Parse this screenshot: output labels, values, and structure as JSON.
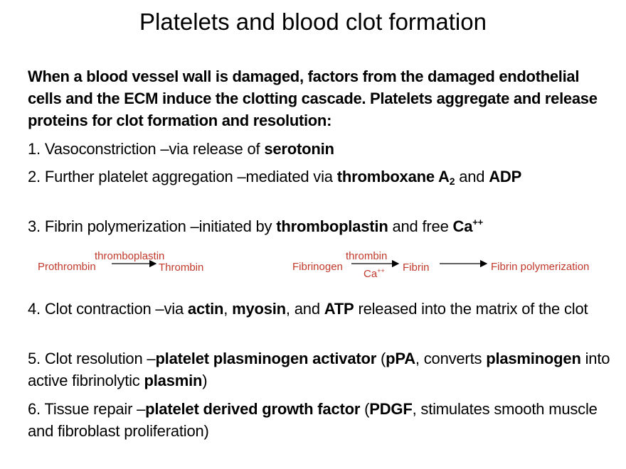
{
  "slide": {
    "title": "Platelets and blood clot formation",
    "intro": "When a blood vessel wall is damaged, factors from the damaged endothelial cells and the ECM induce the clotting cascade. Platelets aggregate and release proteins for clot formation and resolution:",
    "item1": {
      "prefix": "1. Vasoconstriction –via release of ",
      "bold": "serotonin"
    },
    "item2": {
      "prefix": "2. Further platelet aggregation –mediated via ",
      "bold1": "thromboxane A",
      "sub": "2",
      "mid": " and ",
      "bold2": "ADP"
    },
    "item3": {
      "prefix": "3. Fibrin polymerization –initiated by ",
      "bold1": "thromboplastin",
      "mid": " and free ",
      "bold2": "Ca",
      "sup": "++"
    },
    "reaction1": {
      "substrate": "Prothrombin",
      "enzyme": "thromboplastin",
      "product": "Thrombin"
    },
    "reaction2": {
      "substrate": "Fibrinogen",
      "enzyme": "thrombin",
      "cofactor": "Ca",
      "cofactor_sup": "++",
      "product": "Fibrin",
      "result": "Fibrin polymerization"
    },
    "item4": {
      "prefix": "4. Clot contraction –via ",
      "b1": "actin",
      "s1": ", ",
      "b2": "myosin",
      "s2": ", and ",
      "b3": "ATP",
      "suffix": " released into the matrix of the clot"
    },
    "item5": {
      "prefix": "5. Clot resolution –",
      "b1": "platelet plasminogen activator",
      "s1": " (",
      "b2": "pPA",
      "s2": ", converts ",
      "b3": "plasminogen",
      "s3": " into active fibrinolytic ",
      "b4": "plasmin",
      "suffix": ")"
    },
    "item6": {
      "prefix": "6. Tissue repair –",
      "b1": "platelet derived growth factor",
      "s1": " (",
      "b2": "PDGF",
      "suffix": ", stimulates smooth muscle and fibroblast proliferation)"
    },
    "colors": {
      "reaction_text": "#c0392b",
      "arrow": "#000000"
    }
  }
}
